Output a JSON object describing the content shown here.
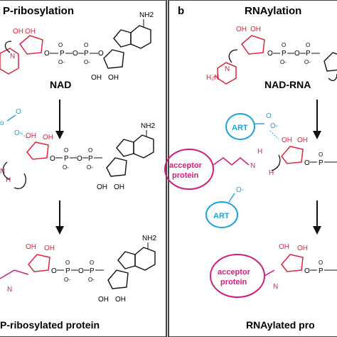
{
  "panel_a": {
    "title": "P-ribosylation",
    "nad_label": "NAD",
    "product_label": "P-ribosylated protein"
  },
  "panel_b": {
    "letter": "b",
    "title": "RNAylation",
    "nad_label": "NAD-RNA",
    "product_label": "RNAylated pro",
    "enzyme_label": "ART",
    "acceptor_label_line1": "acceptor",
    "acceptor_label_line2": "protein"
  },
  "atoms": {
    "hydroxyl": "OH",
    "amine": "NH2",
    "nitrogen": "N",
    "hydrogen": "H",
    "oxygen": "O",
    "phosphorus": "P",
    "oxide": "O-"
  },
  "colors": {
    "nicotinamide": "#d7263d",
    "ribose_red": "#e0243a",
    "arginine": "#d11d7a",
    "enzyme": "#1aa3d9",
    "frame": "#444444",
    "ink": "#111111"
  }
}
